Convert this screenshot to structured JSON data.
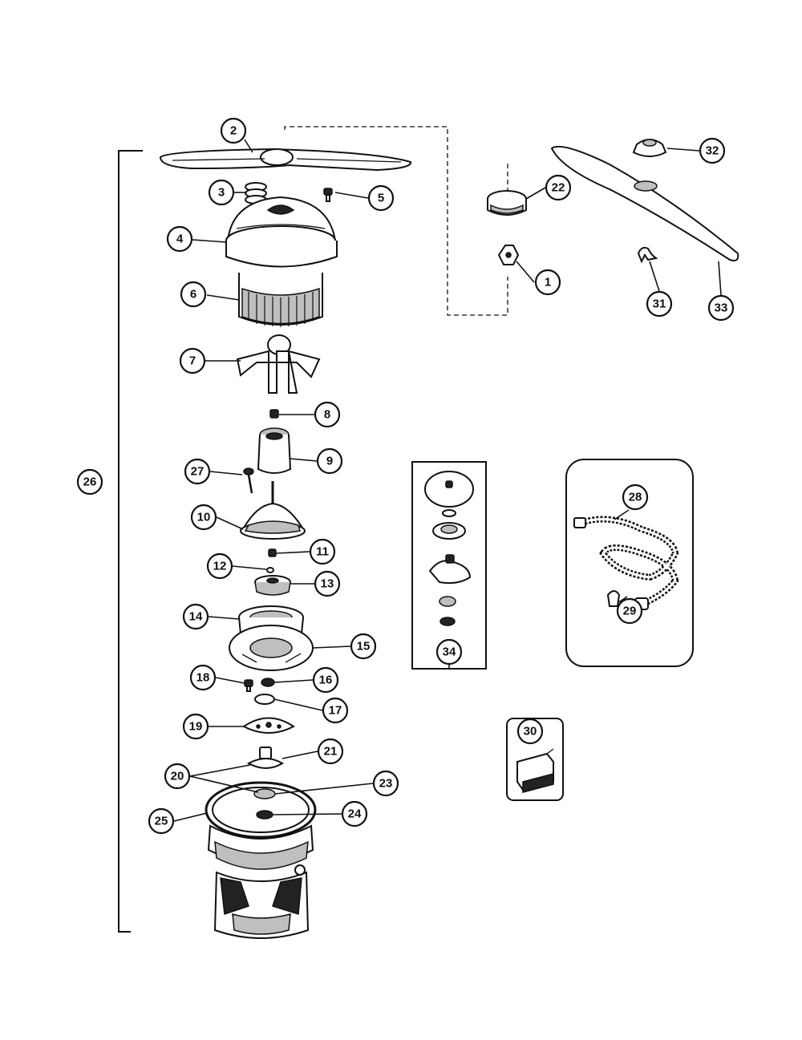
{
  "diagram": {
    "colors": {
      "ink": "#111111",
      "paper": "#ffffff",
      "shade": "#bfbfbf"
    },
    "callouts": {
      "c1": "1",
      "c2": "2",
      "c3": "3",
      "c4": "4",
      "c5": "5",
      "c6": "6",
      "c7": "7",
      "c8": "8",
      "c9": "9",
      "c10": "10",
      "c11": "11",
      "c12": "12",
      "c13": "13",
      "c14": "14",
      "c15": "15",
      "c16": "16",
      "c17": "17",
      "c18": "18",
      "c19": "19",
      "c20": "20",
      "c21": "21",
      "c22": "22",
      "c23": "23",
      "c24": "24",
      "c25": "25",
      "c26": "26",
      "c27": "27",
      "c28": "28",
      "c29": "29",
      "c30": "30",
      "c31": "31",
      "c32": "32",
      "c33": "33",
      "c34": "34"
    }
  }
}
